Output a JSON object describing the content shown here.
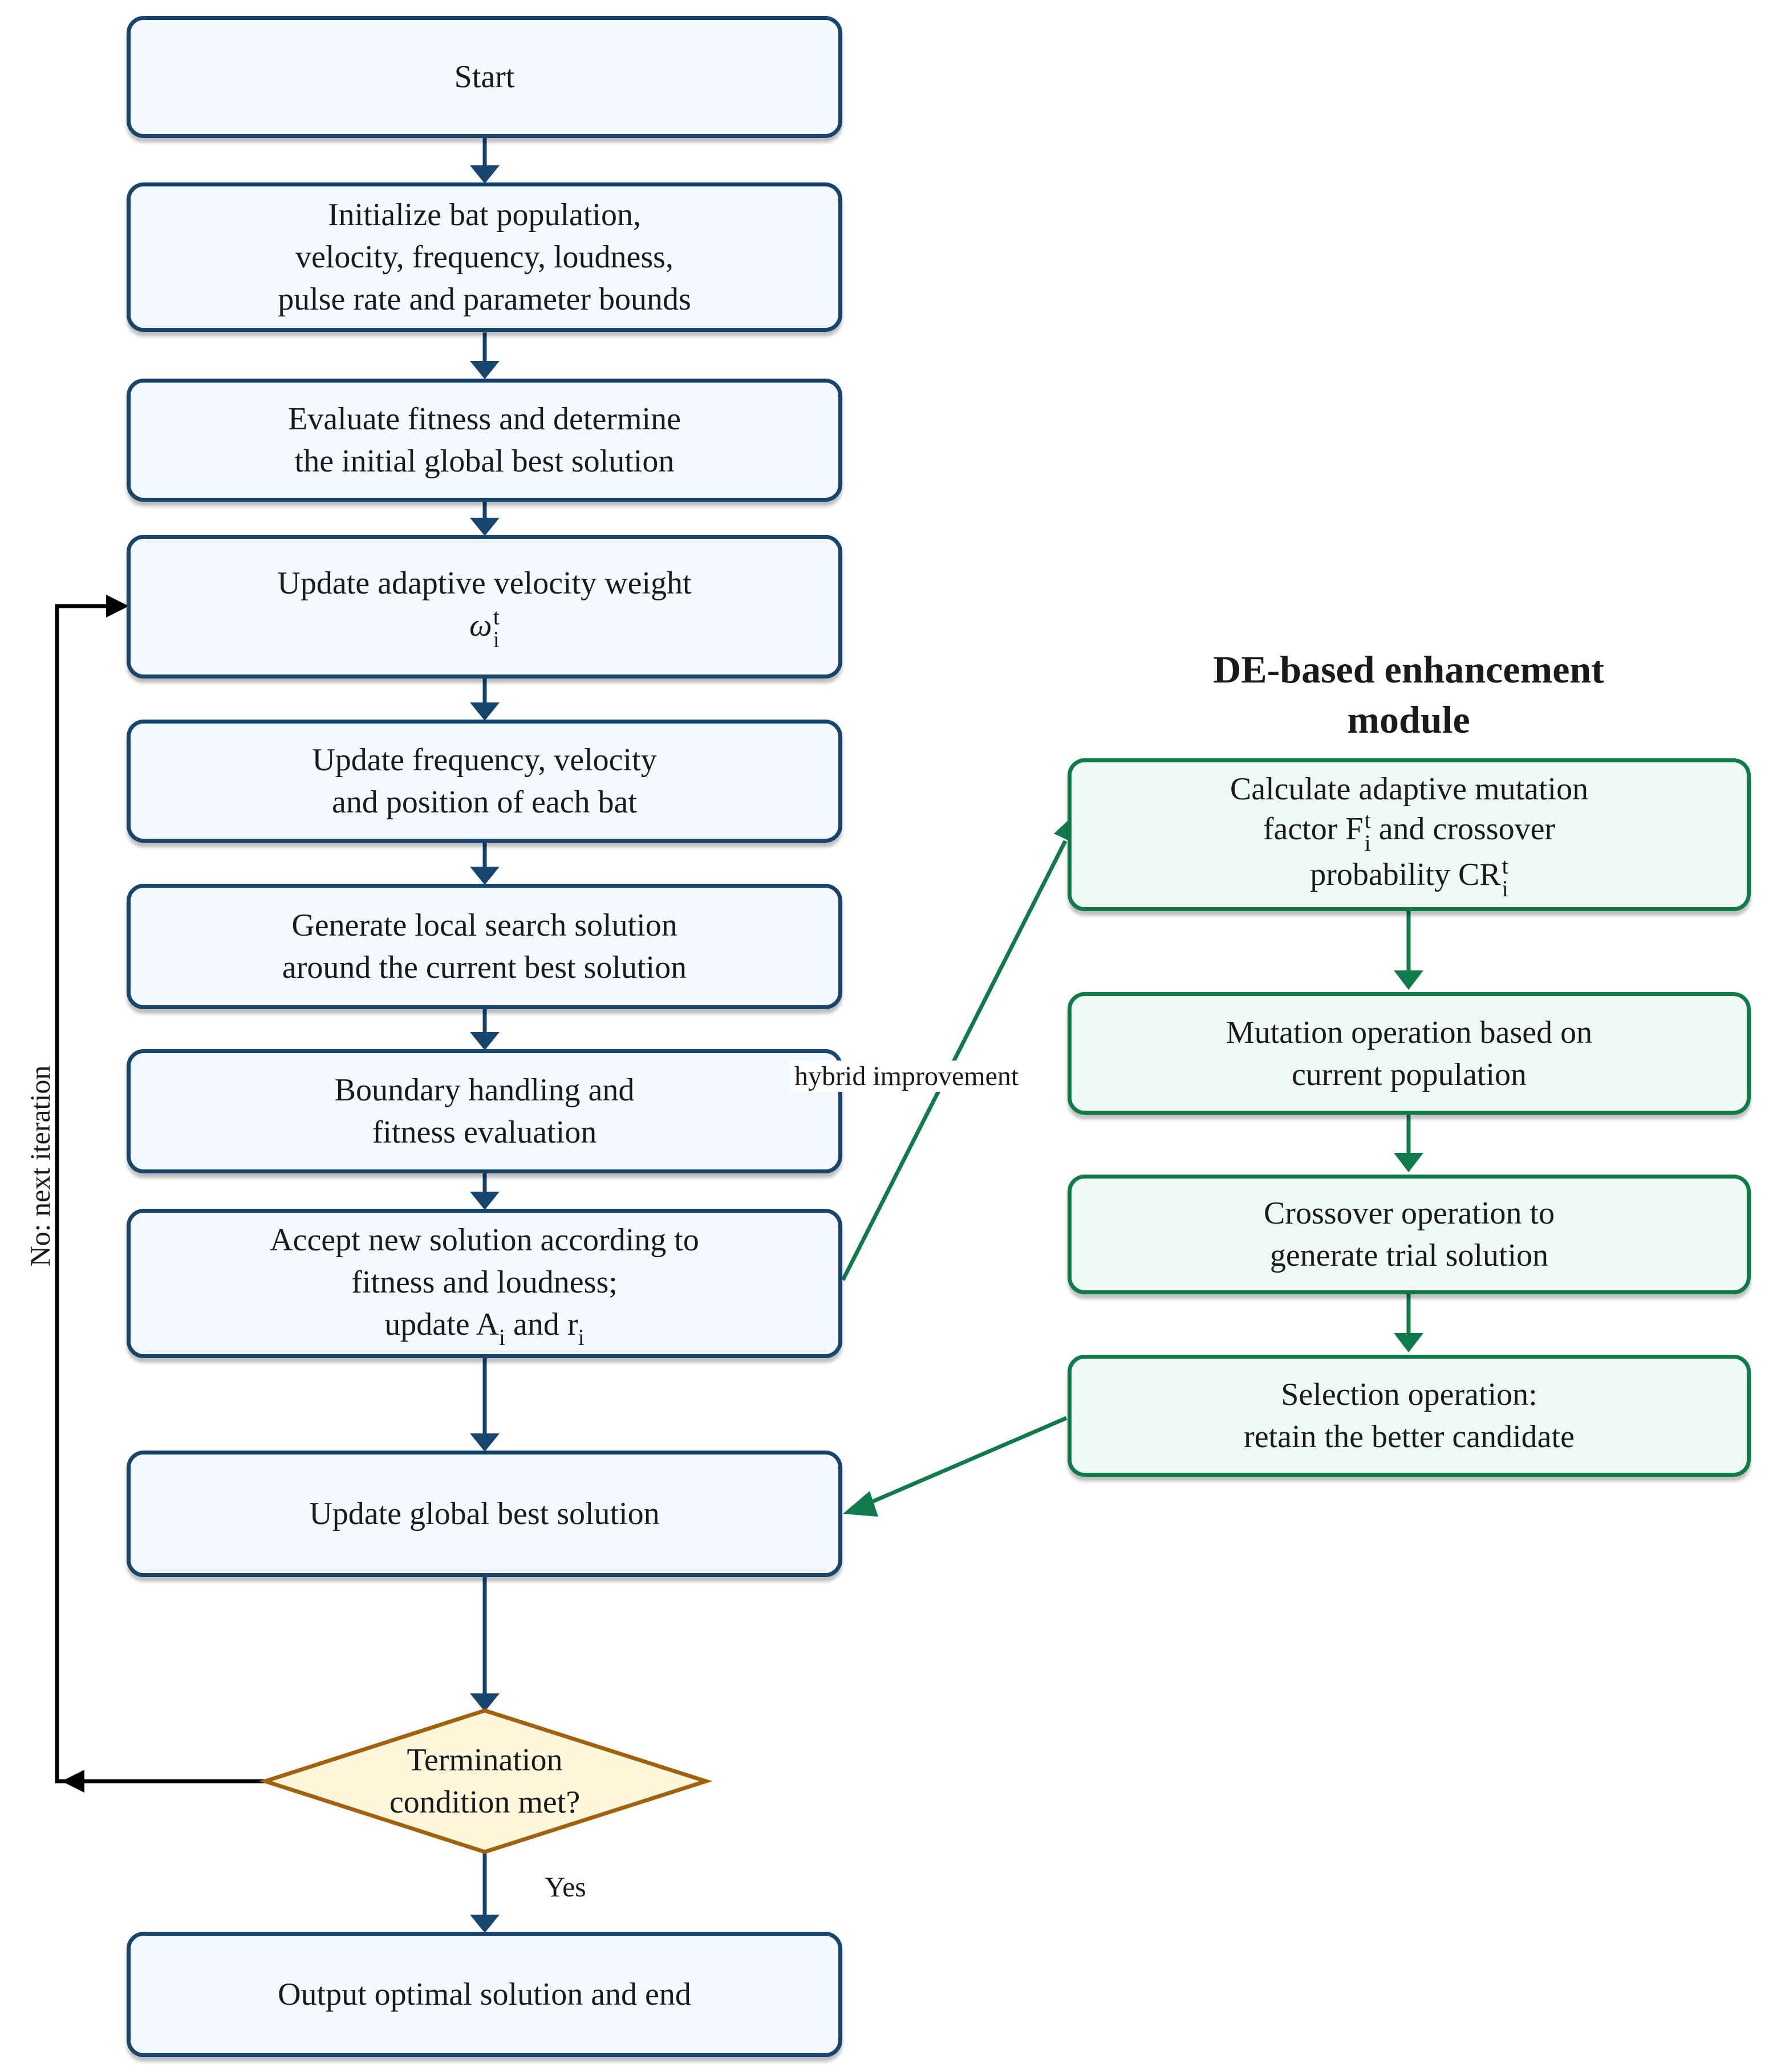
{
  "colors": {
    "main_border": "#17456e",
    "main_fill": "#f3f9fe",
    "module_border": "#117a4b",
    "module_fill": "#eefaf3",
    "decision_border": "#a0620f",
    "decision_fill": "#fff6dc",
    "loop_arrow": "#000000"
  },
  "main_flow": {
    "start": "Start",
    "init": [
      "Initialize bat population,",
      "velocity, frequency, loudness,",
      "pulse rate and parameter bounds"
    ],
    "evaluate": [
      "Evaluate fitness and determine",
      "the initial global best solution"
    ],
    "velocity_weight": {
      "line1": "Update adaptive velocity weight",
      "symbol": "ω",
      "sup": "t",
      "sub": "i"
    },
    "update_position": [
      "Update frequency, velocity",
      "and position of each bat"
    ],
    "local_search": [
      "Generate local search solution",
      "around the current best solution"
    ],
    "boundary": [
      "Boundary handling and",
      "fitness evaluation"
    ],
    "accept": {
      "line1": "Accept new solution according to",
      "line2": "fitness and loudness;",
      "line3_prefix": "update A",
      "line3_sub1": "i",
      "line3_mid": " and r",
      "line3_sub2": "i"
    },
    "update_global": "Update global best solution",
    "decision": [
      "Termination",
      "condition met?"
    ],
    "output": "Output optimal solution and end",
    "yes_label": "Yes",
    "loop_label": "No: next iteration"
  },
  "de_module": {
    "title": [
      "DE-based enhancement",
      "module"
    ],
    "adaptive": {
      "line1": "Calculate adaptive mutation",
      "line2_prefix": "factor F",
      "line2_sup": "t",
      "line2_sub": "i",
      "line2_suffix": " and crossover",
      "line3_prefix": "probability CR",
      "line3_sup": "t",
      "line3_sub": "i"
    },
    "mutation": [
      "Mutation operation based on",
      "current population"
    ],
    "crossover": [
      "Crossover operation to",
      "generate trial solution"
    ],
    "selection": [
      "Selection operation:",
      "retain the better candidate"
    ],
    "link_label": "hybrid improvement"
  }
}
